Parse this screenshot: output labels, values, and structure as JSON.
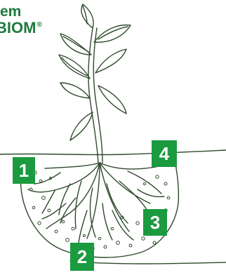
{
  "brand": {
    "line1": "em",
    "line2": "BIOM",
    "registered_mark": "®",
    "color": "#1e7a3d"
  },
  "markers": [
    {
      "label": "1"
    },
    {
      "label": "2"
    },
    {
      "label": "3"
    },
    {
      "label": "4"
    }
  ],
  "colors": {
    "marker_bg": "#1b9a40",
    "marker_text": "#ffffff",
    "line_art": "#2f4a2c"
  }
}
